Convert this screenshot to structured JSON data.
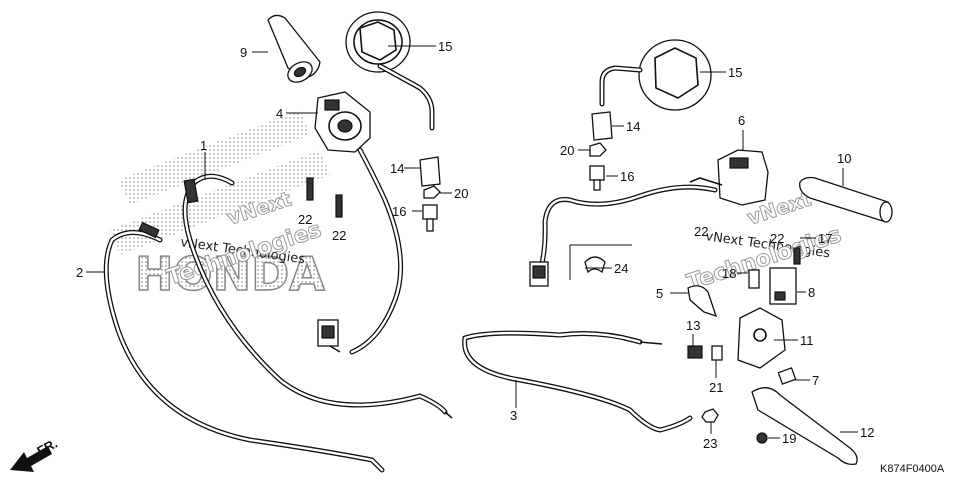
{
  "diagram": {
    "drawing_code": "K874F0400A",
    "front_arrow_label": "FR.",
    "watermark_lines": [
      "vNext Technologies",
      "vNext Technologies"
    ],
    "brand_watermark": "HONDA",
    "callouts": {
      "c1": "1",
      "c2": "2",
      "c3": "3",
      "c4": "4",
      "c5": "5",
      "c6": "6",
      "c7": "7",
      "c8": "8",
      "c9": "9",
      "c10": "10",
      "c11": "11",
      "c12": "12",
      "c13": "13",
      "c14a": "14",
      "c14b": "14",
      "c15a": "15",
      "c15b": "15",
      "c16a": "16",
      "c16b": "16",
      "c17": "17",
      "c18": "18",
      "c19": "19",
      "c20a": "20",
      "c20b": "20",
      "c21": "21",
      "c22a": "22",
      "c22b": "22",
      "c22c": "22",
      "c22d": "22",
      "c23": "23",
      "c24": "24"
    }
  }
}
